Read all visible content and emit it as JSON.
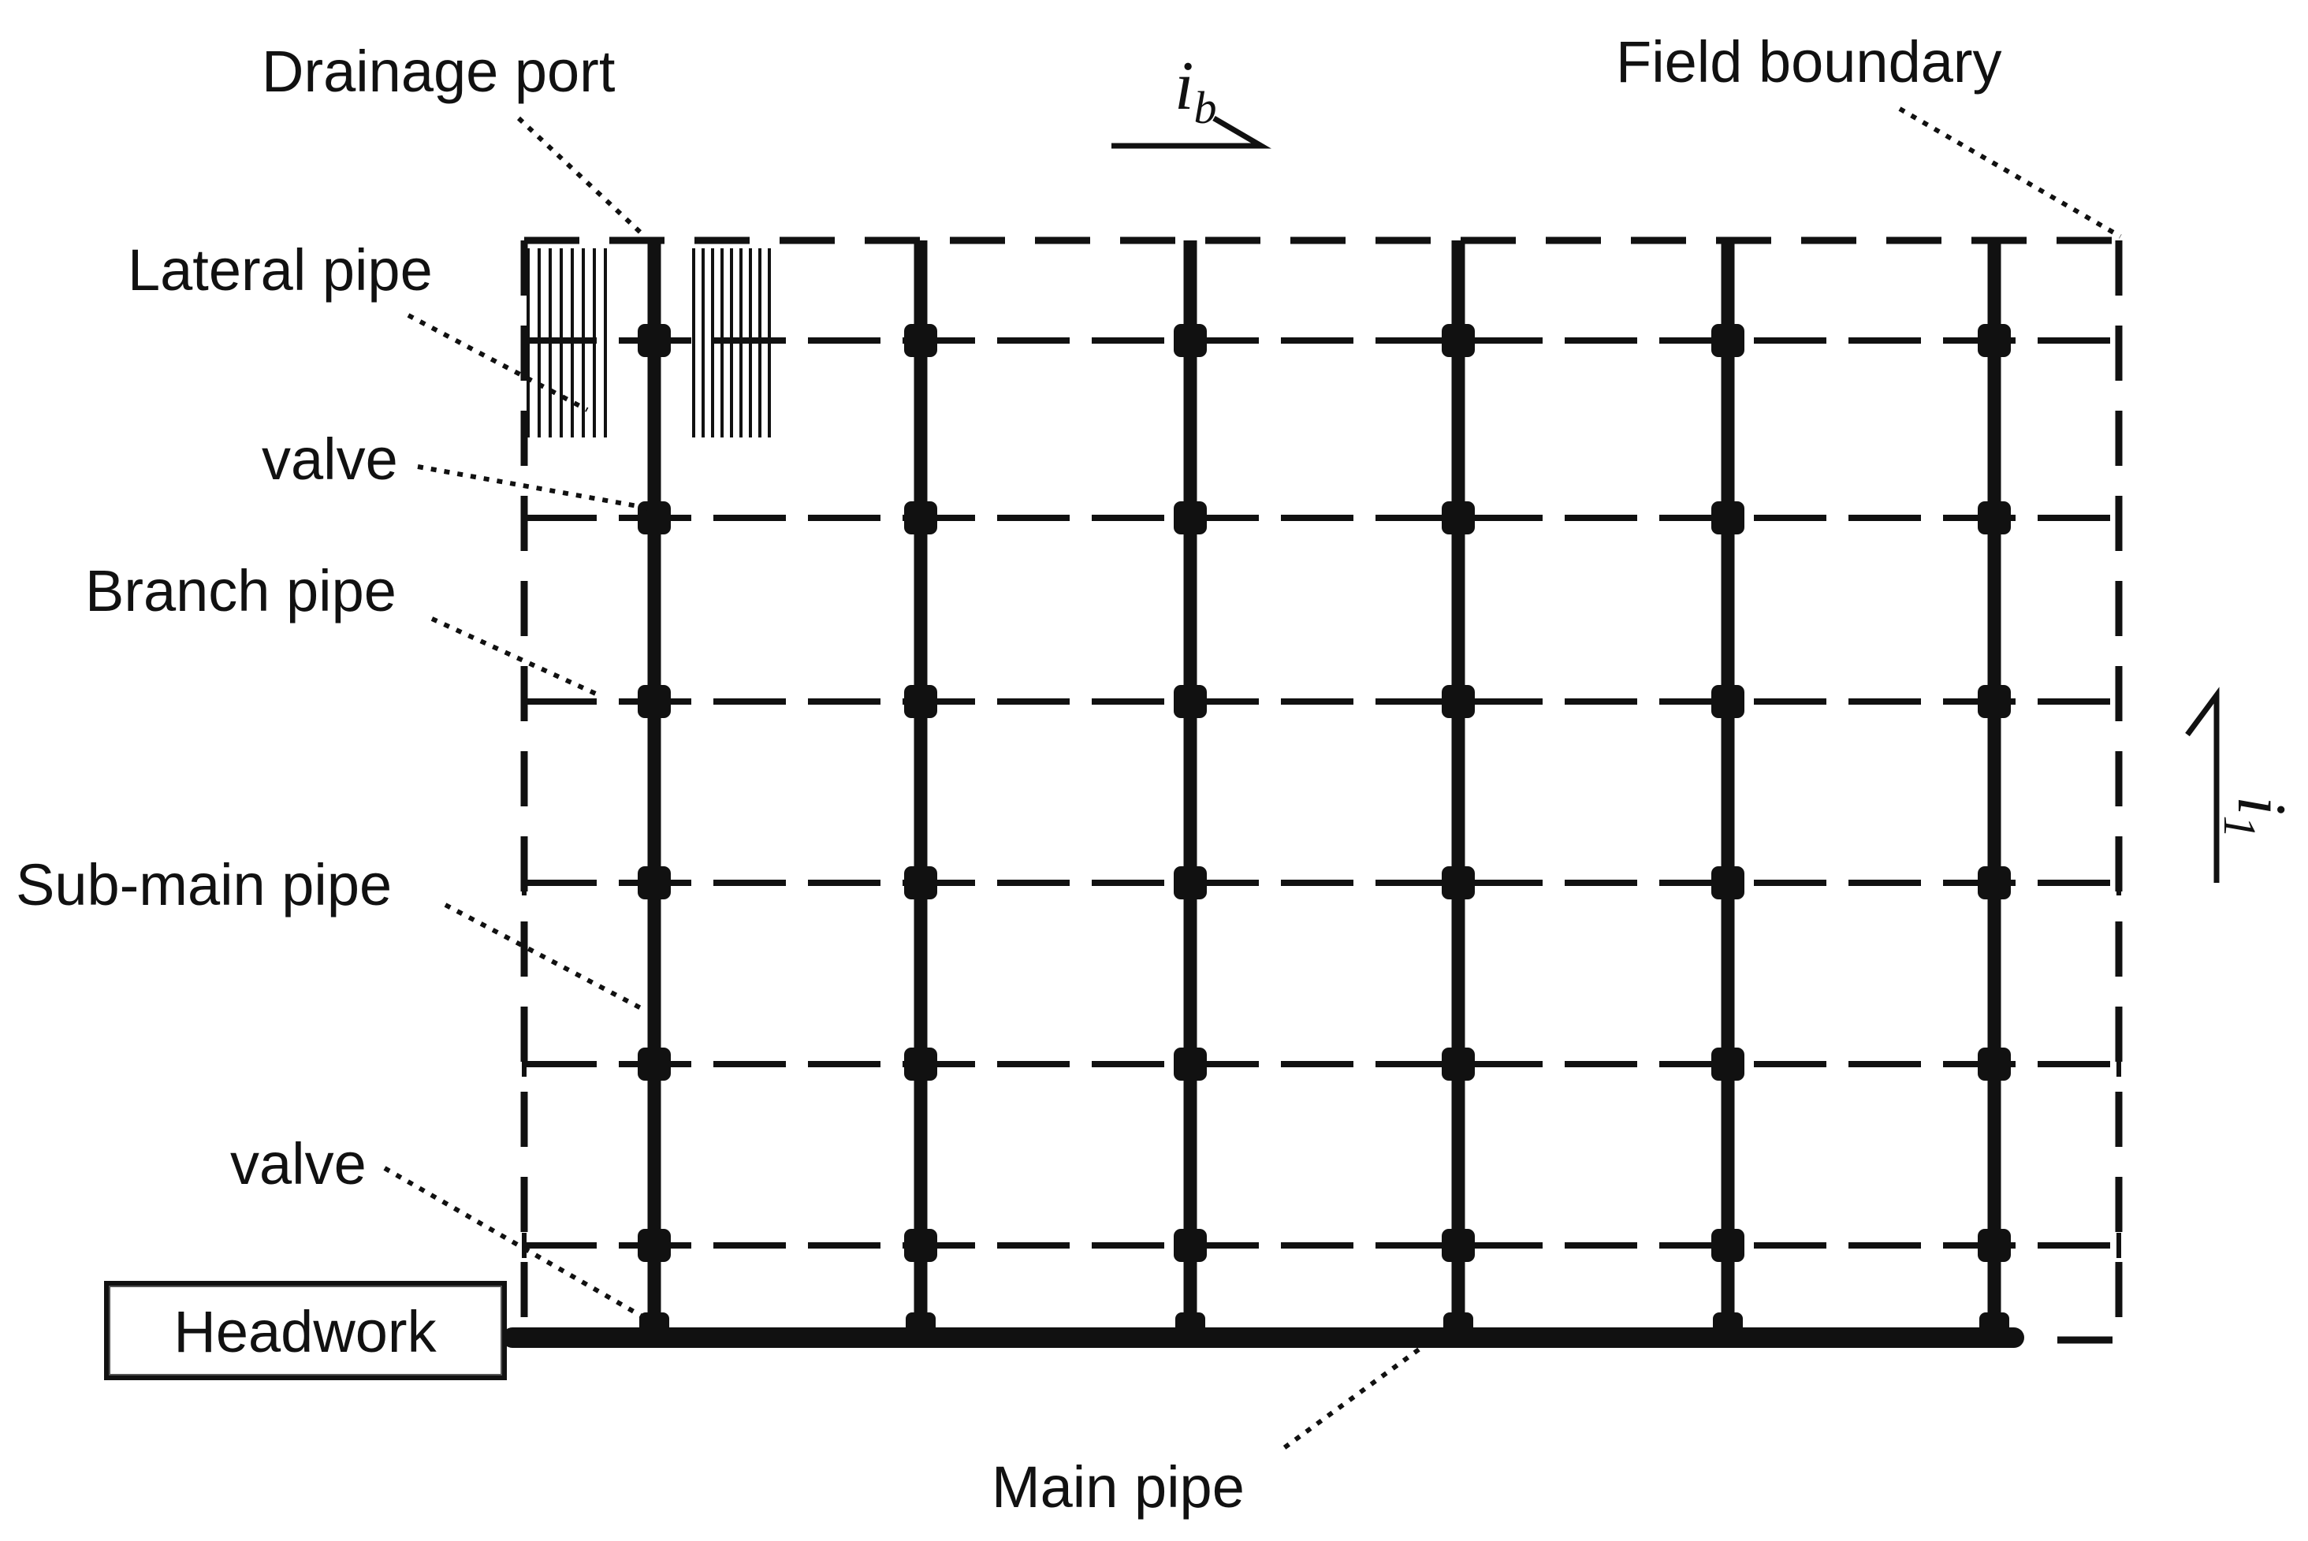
{
  "labels": {
    "drainage_port": "Drainage port",
    "field_boundary": "Field boundary",
    "lateral_pipe": "Lateral pipe",
    "valve_upper": "valve",
    "branch_pipe": "Branch pipe",
    "sub_main_pipe": "Sub-main pipe",
    "valve_lower": "valve",
    "headwork": "Headwork",
    "main_pipe": "Main pipe"
  },
  "slopes": {
    "horizontal": {
      "symbol": "i",
      "subscript": "b"
    },
    "vertical": {
      "symbol": "i",
      "subscript": "1"
    }
  },
  "layout_counts": {
    "sub_main_pipes": 6,
    "branch_pipes": 6
  },
  "colors": {
    "line": "#111111",
    "background": "#ffffff"
  }
}
